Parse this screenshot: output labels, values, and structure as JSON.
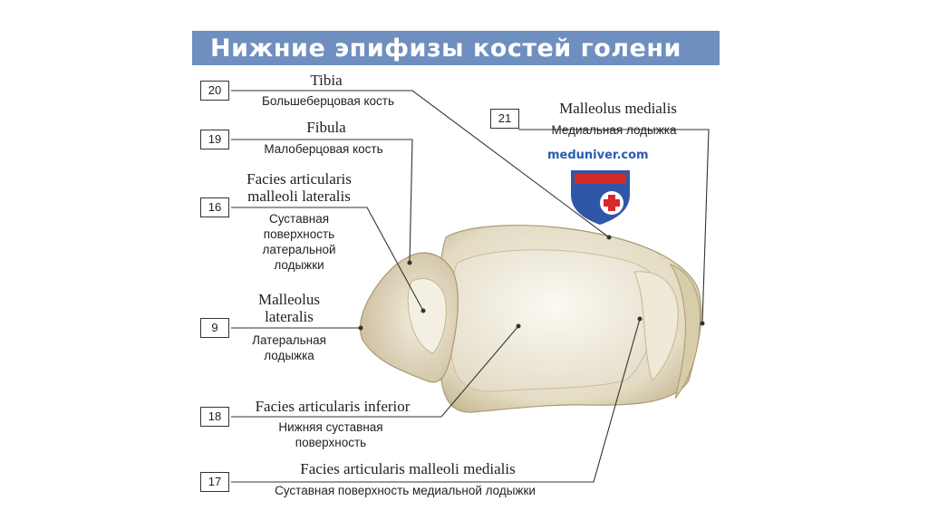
{
  "title": "Нижние эпифизы костей голени",
  "watermark": "meduniver.com",
  "colors": {
    "title_bar": "#6e8fbf",
    "bone": "#e9e3cf",
    "bone_shadow": "#b6a883",
    "logo_red": "#d42a2a",
    "logo_blue": "#2f57a8"
  },
  "labels": {
    "tibia": {
      "num": "20",
      "latin": "Tibia",
      "russian": "Большеберцовая кость"
    },
    "fibula": {
      "num": "19",
      "latin": "Fibula",
      "russian": "Малоберцовая кость"
    },
    "facies_art_mall_lat": {
      "num": "16",
      "latin_1": "Facies articularis",
      "latin_2": "malleoli lateralis",
      "russian_1": "Суставная",
      "russian_2": "поверхность",
      "russian_3": "латеральной",
      "russian_4": "лодыжки"
    },
    "malleolus_lateralis": {
      "num": "9",
      "latin_1": "Malleolus",
      "latin_2": "lateralis",
      "russian_1": "Латеральная",
      "russian_2": "лодыжка"
    },
    "facies_art_inf": {
      "num": "18",
      "latin": "Facies articularis inferior",
      "russian_1": "Нижняя суставная",
      "russian_2": "поверхность"
    },
    "facies_art_mall_med": {
      "num": "17",
      "latin": "Facies articularis malleoli medialis",
      "russian": "Суставная поверхность медиальной лодыжки"
    },
    "malleolus_medialis": {
      "num": "21",
      "latin": "Malleolus medialis",
      "russian": "Медиальная лодыжка"
    }
  }
}
